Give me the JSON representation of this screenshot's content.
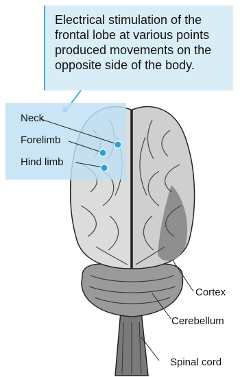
{
  "callout": {
    "text": "Electrical stimulation of the frontal lobe at various points produced movements on the opposite side of the body."
  },
  "labels": {
    "neck": "Neck",
    "forelimb": "Forelimb",
    "hind_limb": "Hind limb",
    "cortex": "Cortex",
    "cerebellum": "Cerebellum",
    "spinal_cord": "Spinal cord"
  },
  "colors": {
    "callout_bg": "#d9edf7",
    "accent": "#45add8",
    "stimulation_point": "#2a9fd6"
  }
}
